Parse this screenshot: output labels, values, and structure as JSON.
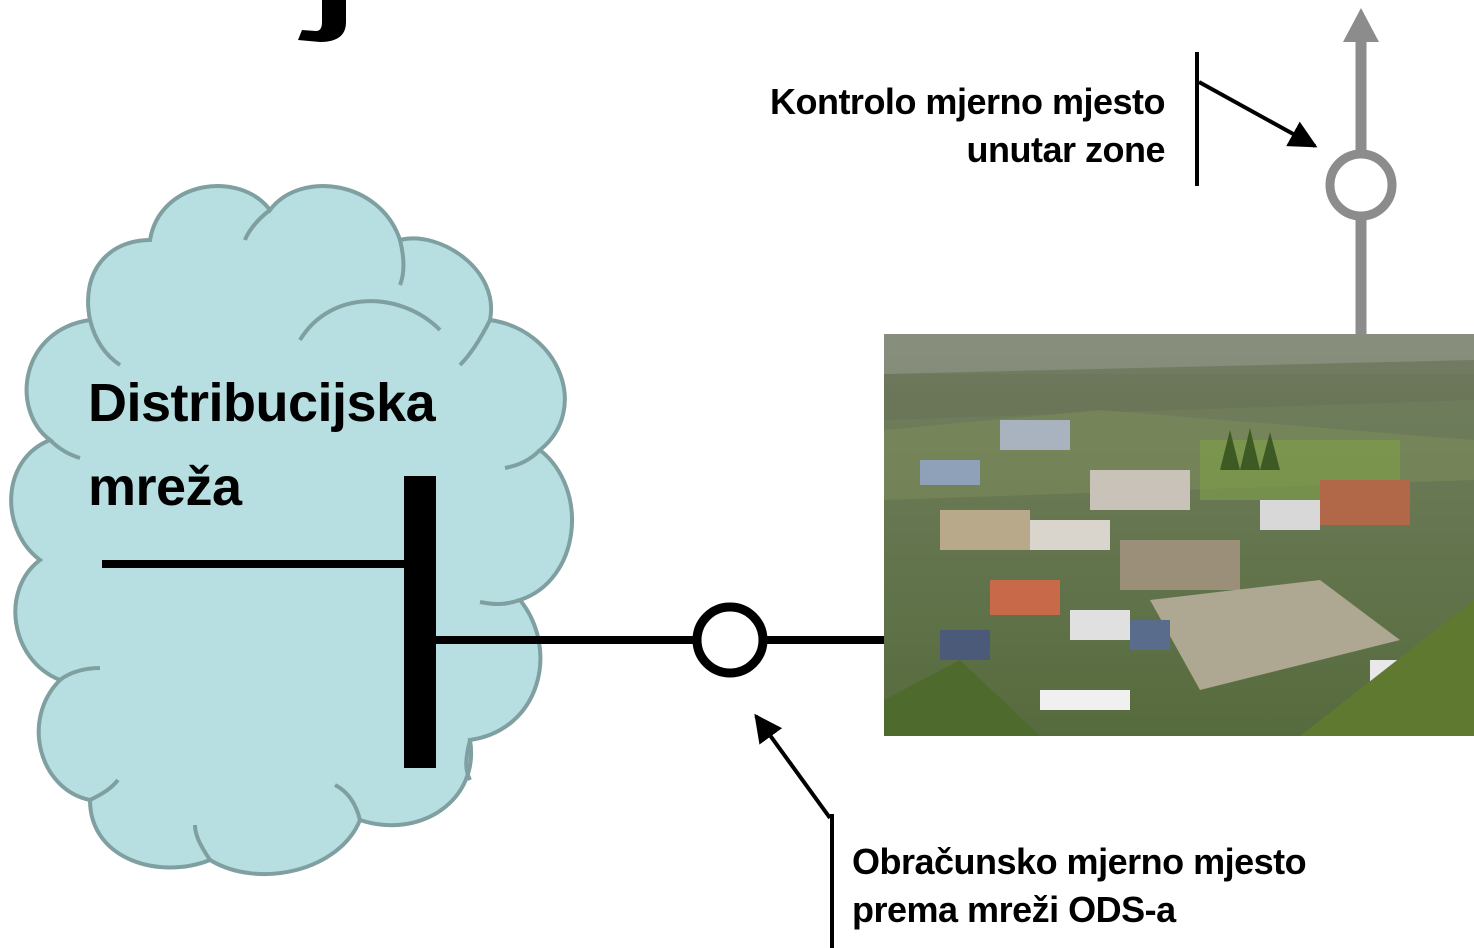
{
  "cloud": {
    "label_line1": "Distribucijska",
    "label_line2": "mreža",
    "fill": "#b7dfe1",
    "stroke": "#7f9fa0"
  },
  "control_meter": {
    "line1": "Kontrolo mjerno mjesto",
    "line2": "unutar zone"
  },
  "billing_meter": {
    "line1": "Obračunsko mjerno mjesto",
    "line2": "prema mreži ODS-a"
  },
  "photo": {
    "description_icon": "aerial-industrial-zone-photo"
  },
  "colors": {
    "grey_line": "#8c8c8c",
    "black_line": "#000000"
  }
}
